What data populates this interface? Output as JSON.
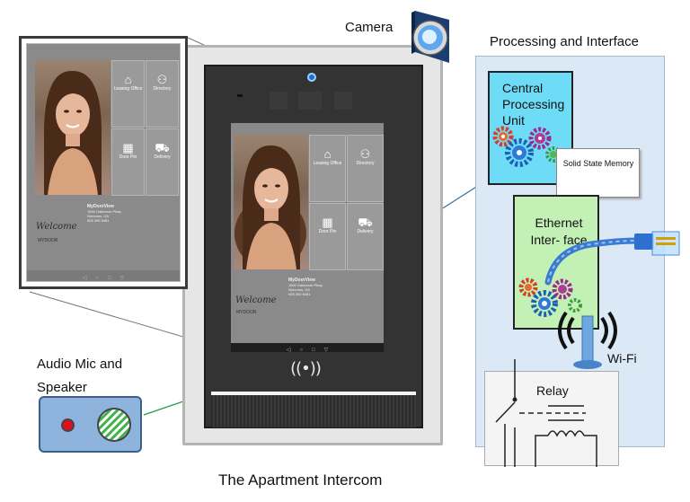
{
  "labels": {
    "camera": "Camera",
    "processing": "Processing and Interface",
    "cpu": "Central Processing Unit",
    "memory": "Solid State Memory",
    "ethernet": "Ethernet Inter- face",
    "wifi": "Wi-Fi",
    "relay": "Relay",
    "audio": "Audio Mic and Speaker",
    "caption": "The Apartment Intercom"
  },
  "screen": {
    "tiles": {
      "leasing": "Leasing Office",
      "directory": "Directory",
      "door_pin": "Door Pin",
      "delivery": "Delivery"
    },
    "brand": "MyDoorView",
    "address1": "1500 Oakbrook Pkwy",
    "address2": "Norcross, GA",
    "phone": "555 395 5481",
    "welcome": "Welcome",
    "logo_text": "MYDOOR",
    "nfc_symbol": "((•))"
  },
  "icons": [
    "camera-icon",
    "gear-icon",
    "ethernet-cable-icon",
    "wifi-icon",
    "relay-switch-icon",
    "speaker-grille-icon",
    "nfc-icon",
    "home-icon",
    "directory-icon",
    "keypad-icon",
    "delivery-truck-icon"
  ],
  "colors": {
    "cpu_fill": "#6fdcf7",
    "ethernet_fill": "#c3f0b5",
    "panel_fill": "#dbe8f6",
    "audio_fill": "#8eb3dc",
    "mic_red": "#e0101a",
    "speaker_green": "#3fb34a",
    "callout_line": "#2f6f9a",
    "audio_line": "#1a9a44"
  }
}
